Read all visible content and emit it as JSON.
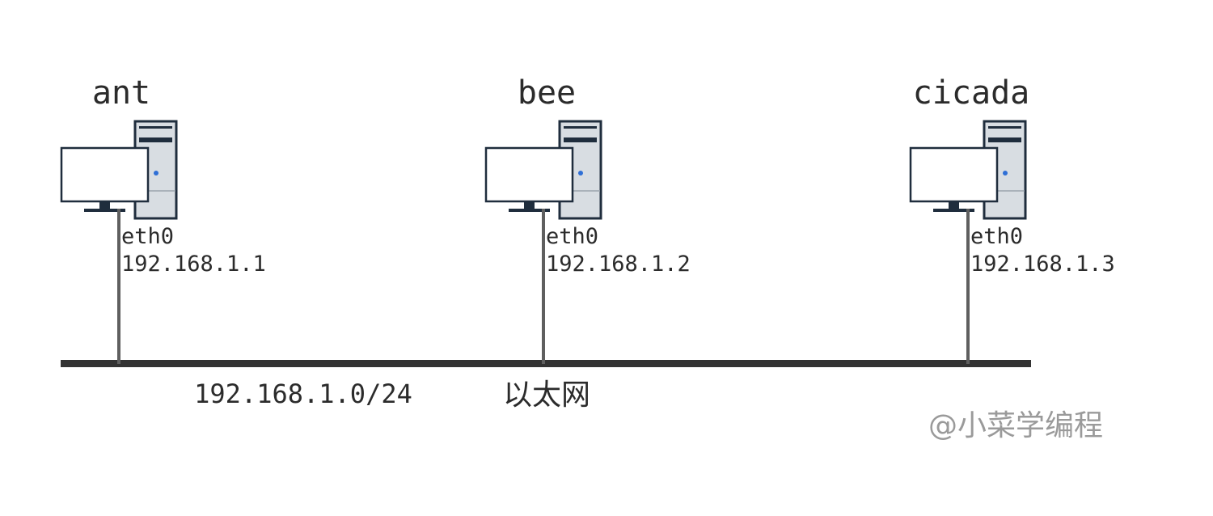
{
  "hosts": [
    {
      "name": "ant",
      "iface": "eth0",
      "ip": "192.168.1.1"
    },
    {
      "name": "bee",
      "iface": "eth0",
      "ip": "192.168.1.2"
    },
    {
      "name": "cicada",
      "iface": "eth0",
      "ip": "192.168.1.3"
    }
  ],
  "network": {
    "subnet": "192.168.1.0/24",
    "label": "以太网"
  },
  "watermark": "@小菜学编程",
  "colors": {
    "text": "#2b2b2b",
    "bus": "#333333",
    "drop": "#5f5f5f",
    "device_stroke": "#1f2d3d",
    "tower_fill": "#d8dde2",
    "led": "#2f6fd6",
    "watermark": "#9a9a9a"
  }
}
